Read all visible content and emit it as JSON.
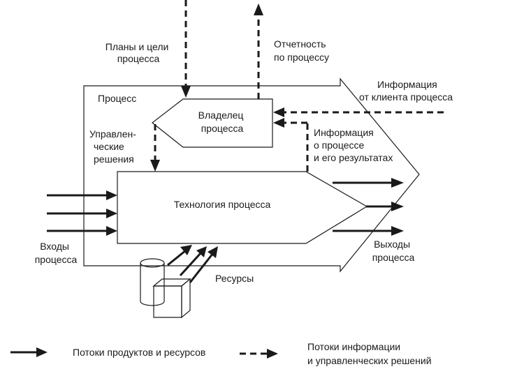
{
  "diagram": {
    "process_label": "Процесс",
    "owner": [
      "Владелец",
      "процесса"
    ],
    "technology": "Технология процесса",
    "plans": [
      "Планы и цели",
      "процесса"
    ],
    "reporting": [
      "Отчетность",
      "по процессу"
    ],
    "client_info": [
      "Информация",
      "от клиента процесса"
    ],
    "mgmt_decisions": [
      "Управлен-",
      "ческие",
      "решения"
    ],
    "process_info": [
      "Информация",
      "о процессе",
      "и его результатах"
    ],
    "inputs": [
      "Входы",
      "процесса"
    ],
    "outputs": [
      "Выходы",
      "процесса"
    ],
    "resources": "Ресурсы"
  },
  "legend": {
    "solid": "Потоки продуктов и ресурсов",
    "dashed": [
      "Потоки информации",
      "и управленческих решений"
    ]
  }
}
